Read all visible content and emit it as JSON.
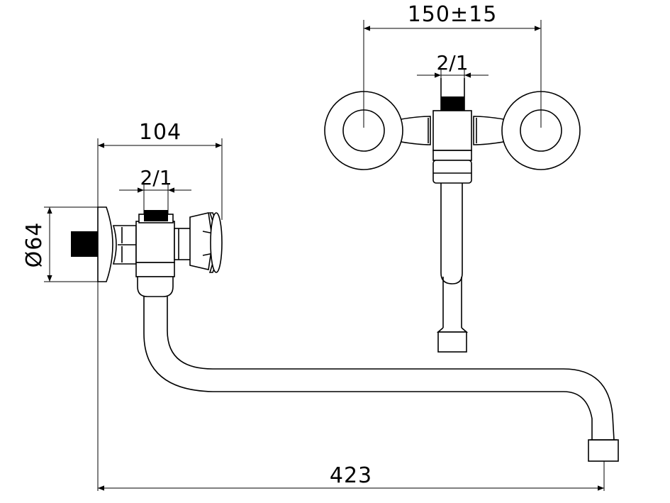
{
  "dimensions": {
    "top_width": "150±15",
    "top_thread": "2/1",
    "side_width": "104",
    "side_thread": "2/1",
    "diameter": "Ø64",
    "overall_length": "423"
  }
}
